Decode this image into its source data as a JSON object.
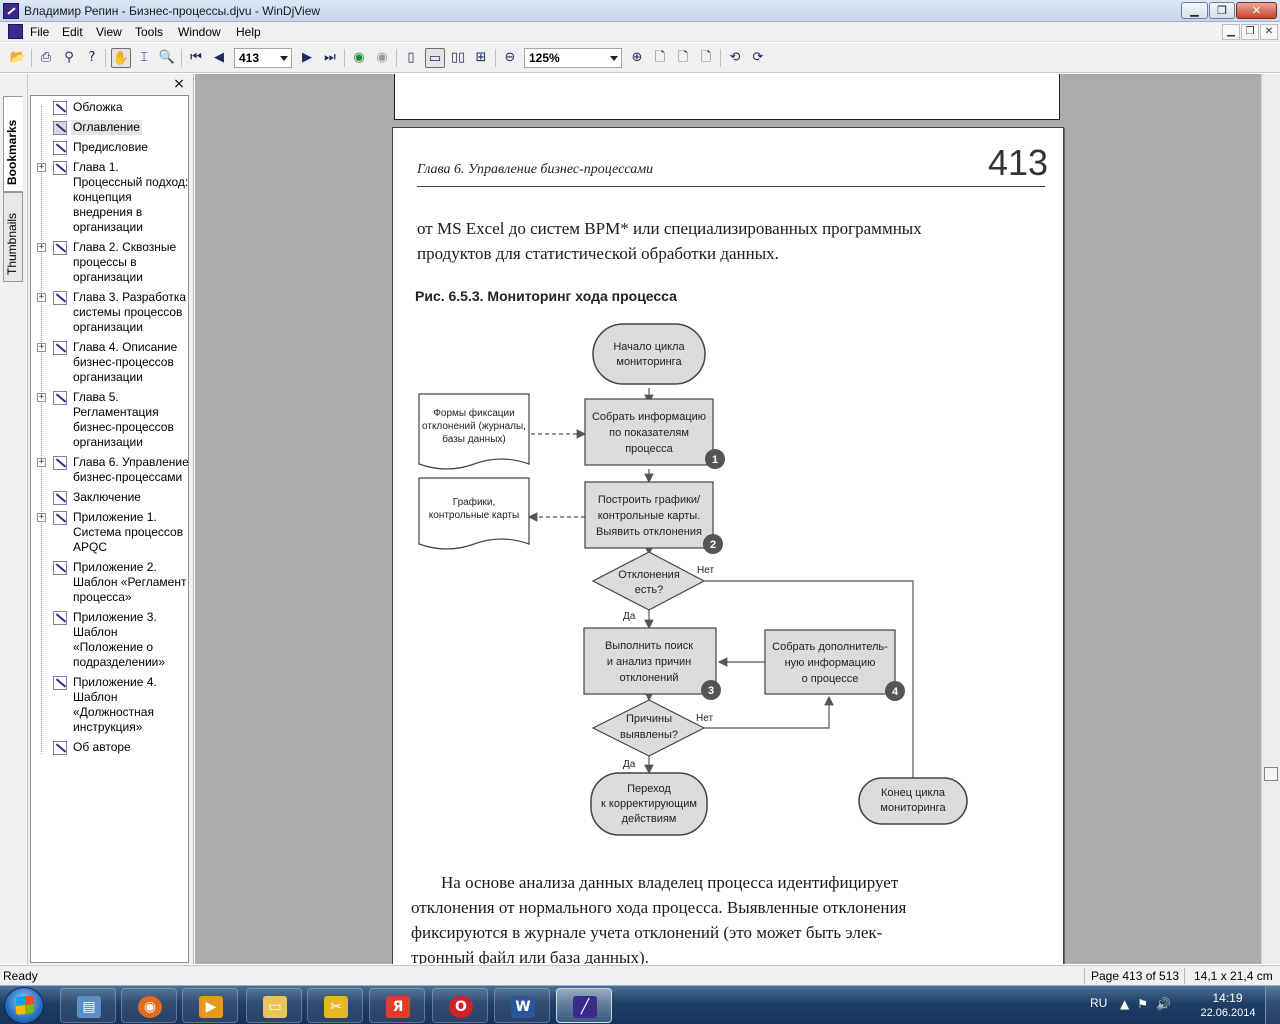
{
  "window": {
    "title": "Владимир Репин - Бизнес-процессы.djvu - WinDjView"
  },
  "menu": [
    "File",
    "Edit",
    "View",
    "Tools",
    "Window",
    "Help"
  ],
  "toolbar": {
    "page_value": "413",
    "zoom_value": "125%"
  },
  "side_tabs": {
    "bookmarks": "Bookmarks",
    "thumbnails": "Thumbnails"
  },
  "bookmarks": [
    {
      "label": "Обложка",
      "expandable": false,
      "selected": false
    },
    {
      "label": "Оглавление",
      "expandable": false,
      "selected": true
    },
    {
      "label": "Предисловие",
      "expandable": false,
      "selected": false
    },
    {
      "label": "Глава 1. Процессный подход: концепция внедрения в организации",
      "expandable": true,
      "selected": false
    },
    {
      "label": "Глава 2. Сквозные процессы в организации",
      "expandable": true,
      "selected": false
    },
    {
      "label": "Глава 3. Разработка системы процессов организации",
      "expandable": true,
      "selected": false
    },
    {
      "label": "Глава 4. Описание бизнес-процессов организации",
      "expandable": true,
      "selected": false
    },
    {
      "label": "Глава 5. Регламентация бизнес-процессов организации",
      "expandable": true,
      "selected": false
    },
    {
      "label": "Глава 6. Управление бизнес-процессами",
      "expandable": true,
      "selected": false
    },
    {
      "label": "Заключение",
      "expandable": false,
      "selected": false
    },
    {
      "label": "Приложение 1. Система процессов APQC",
      "expandable": true,
      "selected": false
    },
    {
      "label": "Приложение 2. Шаблон «Регламент процесса»",
      "expandable": false,
      "selected": false
    },
    {
      "label": "Приложение 3. Шаблон «Положение о подразделении»",
      "expandable": false,
      "selected": false
    },
    {
      "label": "Приложение 4. Шаблон «Должностная инструкция»",
      "expandable": false,
      "selected": false
    },
    {
      "label": "Об авторе",
      "expandable": false,
      "selected": false
    }
  ],
  "document": {
    "running_head": "Глава 6. Управление бизнес-процессами",
    "page_number": "413",
    "para1_line1": "от MS Excel до систем BPM* или специализированных программных",
    "para1_line2": "продуктов для статистической обработки данных.",
    "figure_caption": "Рис. 6.5.3. Мониторинг хода процесса",
    "para2_line1": "На основе анализа данных владелец процесса идентифицирует",
    "para2_line2": "отклонения от нормального хода процесса. Выявленные отклонения",
    "para2_line3": "фиксируются в журнале учета отклонений (это может быть элек-",
    "para2_line4": "тронный файл или база данных).",
    "flowchart": {
      "start_l1": "Начало цикла",
      "start_l2": "мониторинга",
      "doc1_l1": "Формы фиксации",
      "doc1_l2": "отклонений (журналы,",
      "doc1_l3": "базы данных)",
      "step1_l1": "Собрать информацию",
      "step1_l2": "по показателям",
      "step1_l3": "процесса",
      "step1_num": "1",
      "doc2_l1": "Графики,",
      "doc2_l2": "контрольные карты",
      "step2_l1": "Построить графики/",
      "step2_l2": "контрольные карты.",
      "step2_l3": "Выявить отклонения",
      "step2_num": "2",
      "dec1_l1": "Отклонения",
      "dec1_l2": "есть?",
      "no1": "Нет",
      "yes1": "Да",
      "step3_l1": "Выполнить поиск",
      "step3_l2": "и анализ причин",
      "step3_l3": "отклонений",
      "step3_num": "3",
      "step4_l1": "Собрать дополнитель-",
      "step4_l2": "ную информацию",
      "step4_l3": "о процессе",
      "step4_num": "4",
      "dec2_l1": "Причины",
      "dec2_l2": "выявлены?",
      "no2": "Нет",
      "yes2": "Да",
      "end1_l1": "Переход",
      "end1_l2": "к корректирующим",
      "end1_l3": "действиям",
      "end2_l1": "Конец цикла",
      "end2_l2": "мониторинга"
    }
  },
  "status": {
    "left": "Ready",
    "page_info": "Page 413 of 513",
    "page_size": "14,1 x 21,4 cm"
  },
  "taskbar": {
    "lang": "RU",
    "time": "14:19",
    "date": "22.06.2014"
  }
}
